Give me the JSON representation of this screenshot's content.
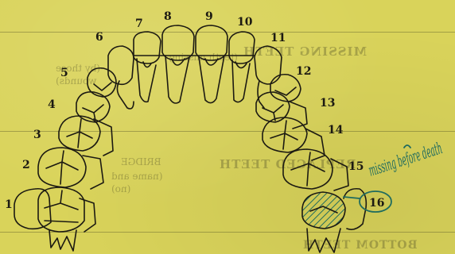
{
  "tooth_numbers": [
    "1",
    "2",
    "3",
    "4",
    "5",
    "6",
    "7",
    "8",
    "9",
    "10",
    "11",
    "12",
    "13",
    "14",
    "15",
    "16"
  ],
  "annotation": {
    "handwriting": "missing before death",
    "circled_tooth": "16",
    "ink_color": "#1f6b5e"
  },
  "bleed_through": {
    "heading_top": "MISSING TEETH",
    "heading_mid": "REPLACED TEETH",
    "line_a": "(teeth missing",
    "line_b": "(by those",
    "line_c": "wounds)",
    "line_d": "BRIDGE",
    "line_e": "(name and",
    "line_f": "(no)",
    "line_g": "BOTTOM TEETH"
  },
  "colors": {
    "paper": "#d9d35a",
    "print_ink": "#1c1a12",
    "annotation_ink": "#1f6b5e"
  }
}
